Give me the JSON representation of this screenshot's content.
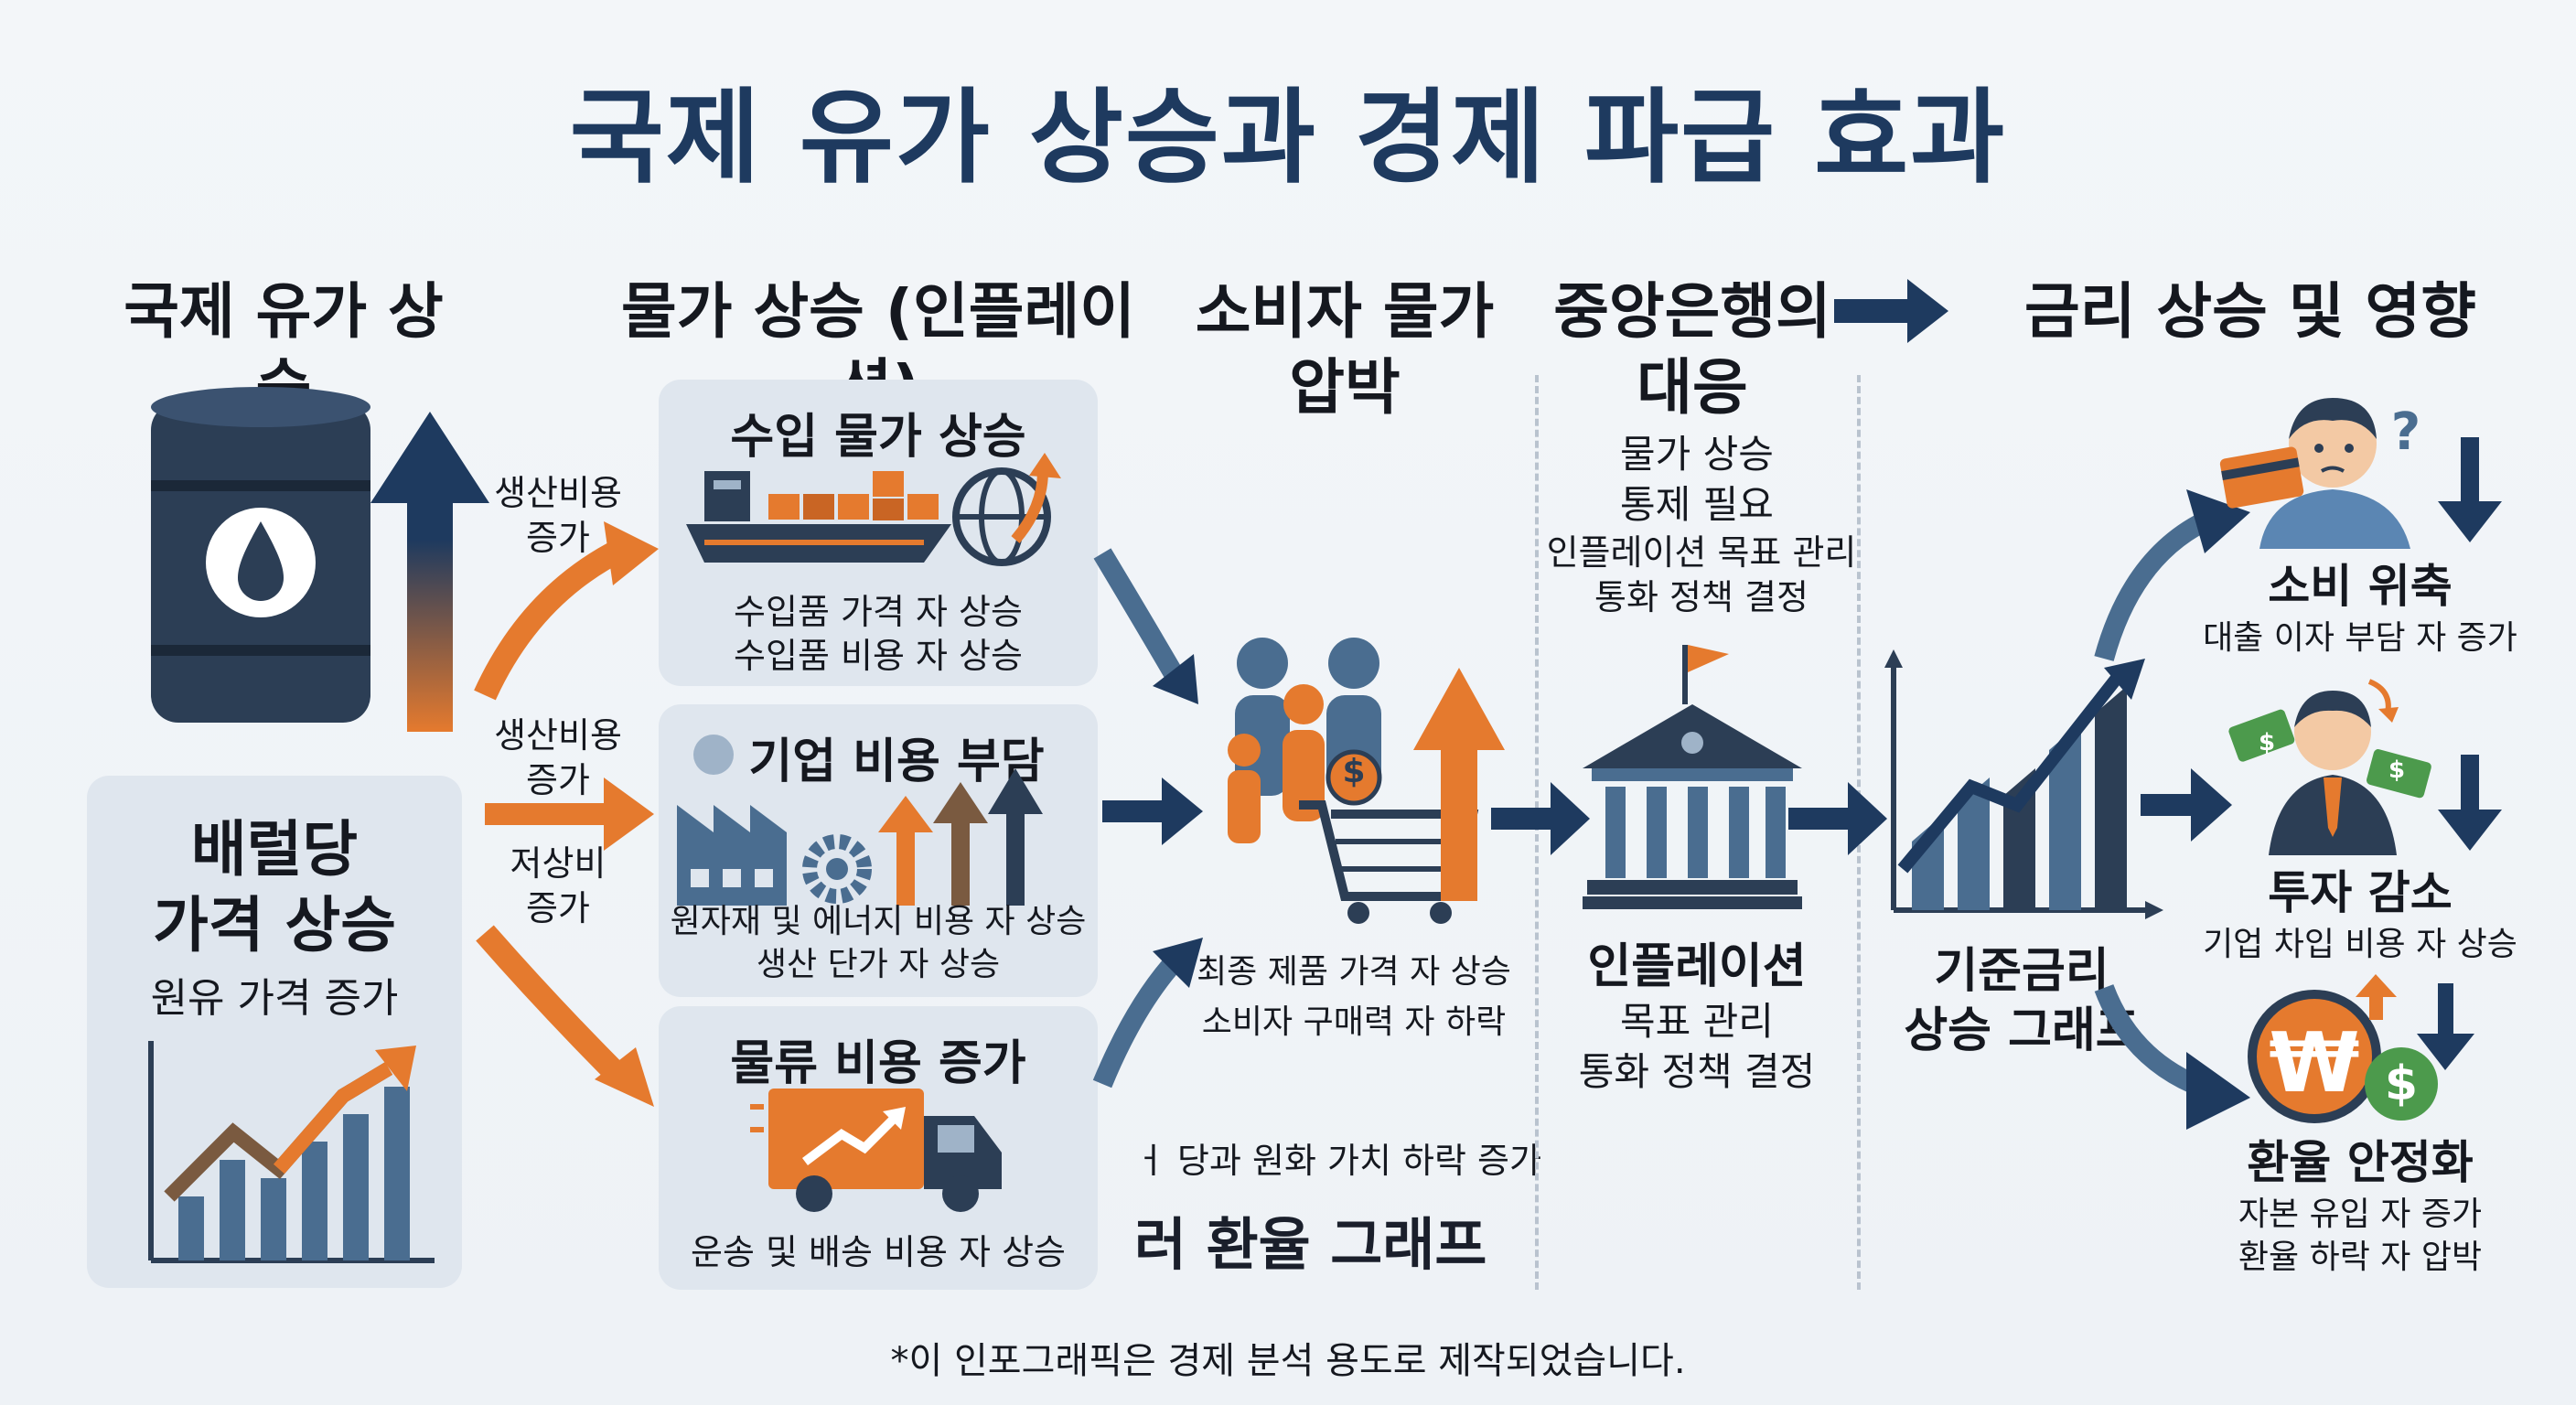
{
  "title": "국제 유가 상승과 경제 파급 효과",
  "headers": {
    "col1": "국제 유가 상승",
    "col2": "물가 상승 (인플레이션)",
    "col3": "소비자 물가\n압박",
    "col4": "중앙은행의\n대응",
    "col5": "금리 상승 및 영향"
  },
  "oil": {
    "panel_title": "배럴당\n가격 상승",
    "panel_sub": "원유 가격 증가"
  },
  "arrow_labels": {
    "a1": "생산비용\n증가",
    "a2": "생산비용\n증가",
    "a3": "저상비\n증가"
  },
  "inflation": {
    "import": {
      "title": "수입 물가 상승",
      "line1": "수입품 가격 자 상승",
      "line2": "수입품 비용 자 상승"
    },
    "corp": {
      "title": "기업 비용 부담",
      "line1": "원자재 및 에너지 비용 자 상승",
      "line2": "생산 단가 자 상승"
    },
    "logistics": {
      "title": "물류 비용 증가",
      "line1": "운송 및 배송 비용 자 상승"
    }
  },
  "consumer": {
    "line1": "최종 제품 가격 자 상승",
    "line2": "소비자 구매력 자 하락",
    "fx_text": "ㅓ 당과 원화 가치 하락 증가",
    "fx_graph": "러 환율 그래프"
  },
  "central_bank": {
    "top1": "물가 상승\n통제 필요",
    "top2": "인플레이션 목표 관리\n통화 정책 결정",
    "bottom_title": "인플레이션",
    "bottom_sub": "목표 관리\n통화 정책 결정"
  },
  "rate_graph": {
    "label": "기준금리\n상승 그래프"
  },
  "effects": {
    "consumption": {
      "title": "소비 위축",
      "sub": "대출 이자 부담 자 증가"
    },
    "investment": {
      "title": "투자 감소",
      "sub": "기업 차입 비용 자 상승"
    },
    "fx": {
      "title": "환율 안정화",
      "sub": "자본 유입 자 증가\n환율 하락 자 압박"
    }
  },
  "icon_text": {
    "question": "?",
    "dollar": "$",
    "won": "₩"
  },
  "footer": "*이 인포그래픽은 경제 분석 용도로 제작되었습니다.",
  "colors": {
    "navy": "#1e3a5f",
    "dark": "#2c3e55",
    "orange": "#e57a2e",
    "steel": "#4a6d90",
    "panel": "#dfe6ee"
  }
}
